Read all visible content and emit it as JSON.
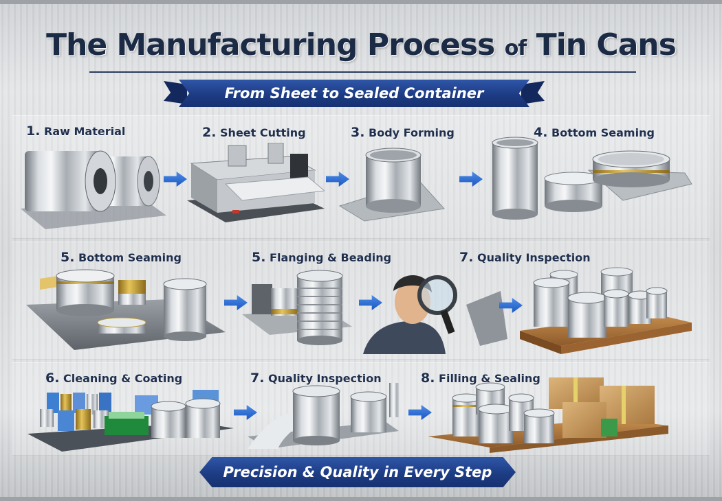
{
  "title": {
    "main": "The Manufacturing Process",
    "of": "of",
    "end": "Tin Cans"
  },
  "subtitle": "From Sheet to Sealed Container",
  "footer": "Precision & Quality in Every Step",
  "steps": [
    {
      "num": "1.",
      "label": "Raw Material"
    },
    {
      "num": "2.",
      "label": "Sheet Cutting"
    },
    {
      "num": "3.",
      "label": "Body Forming"
    },
    {
      "num": "4.",
      "label": "Bottom Seaming"
    },
    {
      "num": "5.",
      "label": "Bottom Seaming"
    },
    {
      "num": "5.",
      "label": "Flanging & Beading"
    },
    {
      "num": "7.",
      "label": "Quality Inspection"
    },
    {
      "num": "6.",
      "label": "Cleaning & Coating"
    },
    {
      "num": "7.",
      "label": "Quality Inspection"
    },
    {
      "num": "8.",
      "label": "Filling & Sealing"
    }
  ],
  "colors": {
    "title": "#1b2a45",
    "ribbon": "#1d3c84",
    "arrow": "#2a6ad4",
    "metal": "#b9bec4",
    "wood": "#b07840",
    "box": "#c99a5e"
  },
  "icons": [
    "steel-coil-icon",
    "cutting-machine-icon",
    "can-body-icon",
    "can-lid-icon",
    "magnifier-icon",
    "pallet-icon",
    "cardboard-box-icon",
    "arrow-right-icon"
  ]
}
